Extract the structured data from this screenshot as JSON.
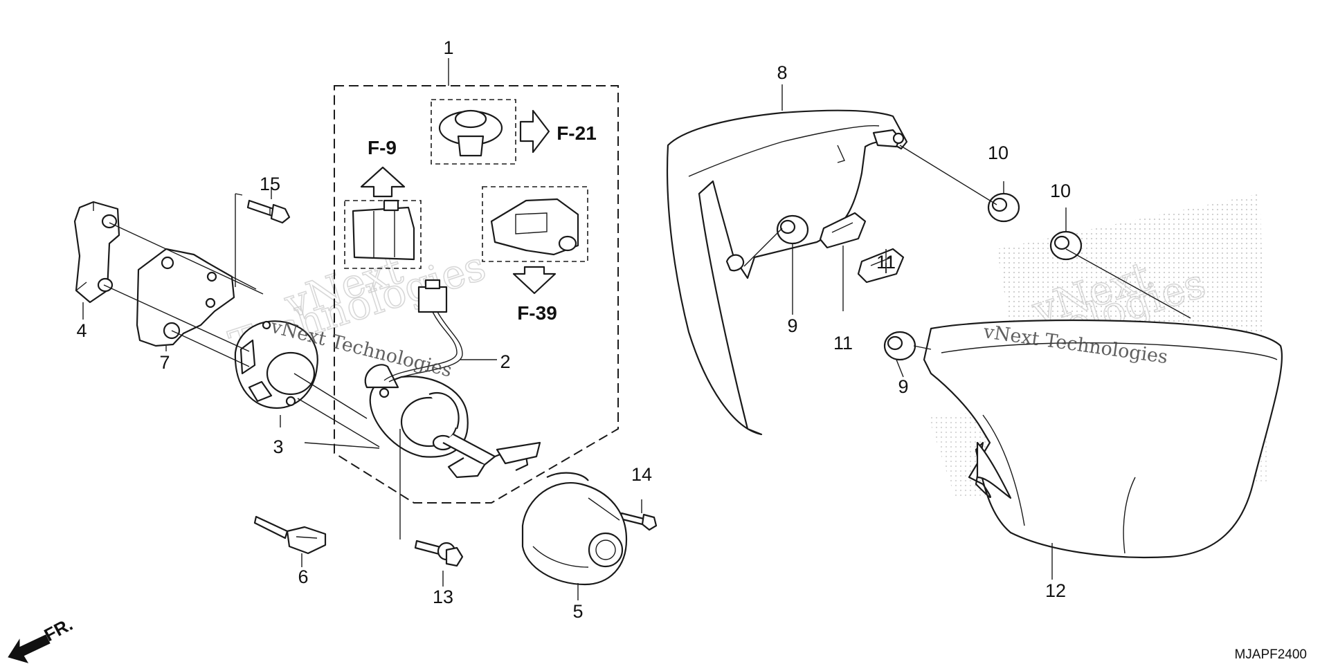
{
  "callouts": {
    "p1": "1",
    "p2": "2",
    "p3": "3",
    "p4": "4",
    "p5": "5",
    "p6": "6",
    "p7": "7",
    "p8": "8",
    "p9a": "9",
    "p9b": "9",
    "p10a": "10",
    "p10b": "10",
    "p11a": "11",
    "p11b": "11",
    "p12": "12",
    "p13": "13",
    "p14": "14",
    "p15": "15"
  },
  "refs": {
    "f9": "F-9",
    "f21": "F-21",
    "f39": "F-39"
  },
  "diagram_code": "MJAPF2400",
  "front_marker": "FR.",
  "watermark": {
    "line1": "vNext",
    "line2": "Technologies",
    "full": "vNext Technologies"
  },
  "colors": {
    "ink": "#1a1a1a",
    "watermark": "#c8c8c8",
    "background": "#ffffff"
  }
}
